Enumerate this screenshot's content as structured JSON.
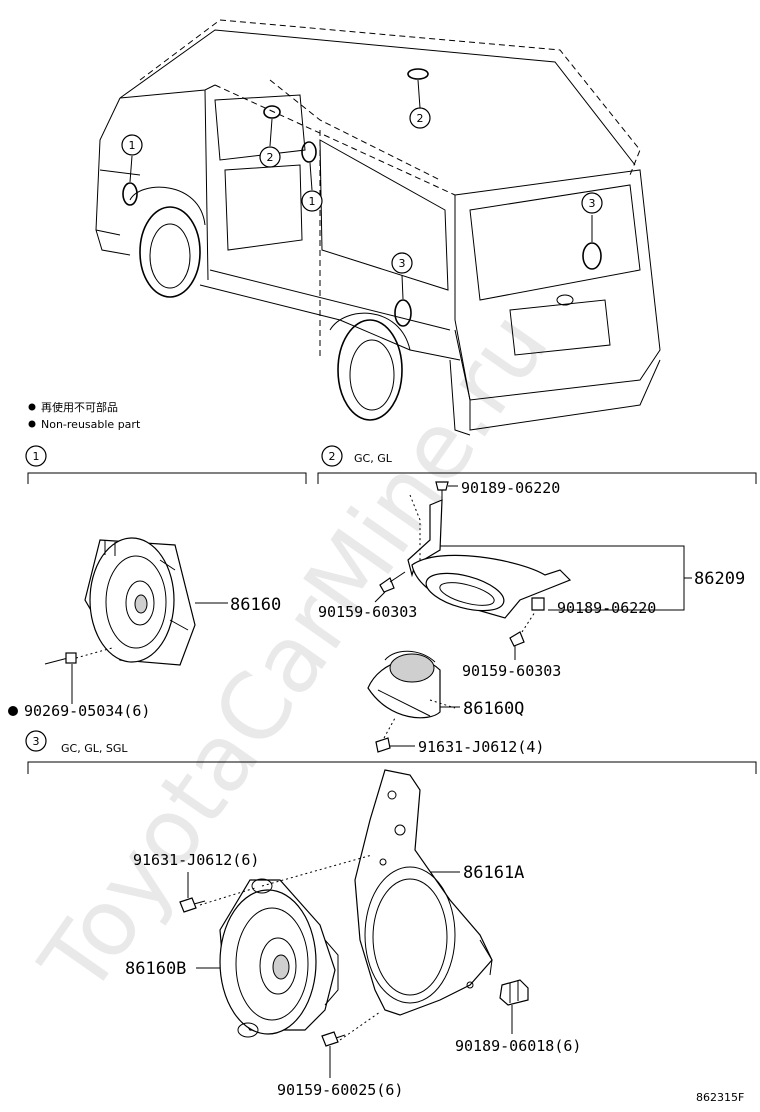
{
  "watermark": "ToyotaCarMine.ru",
  "legend": {
    "line_jp": "再使用不可部品",
    "line_en": "Non-reusable part"
  },
  "callouts": [
    "1",
    "2",
    "3"
  ],
  "sections": [
    {
      "id": "1",
      "label": ""
    },
    {
      "id": "2",
      "label": "GC, GL"
    },
    {
      "id": "3",
      "label": "GC, GL, SGL"
    }
  ],
  "parts": {
    "p90189_06220_top": "90189-06220",
    "p86209": "86209",
    "p90159_60303_left": "90159-60303",
    "p90189_06220_right": "90189-06220",
    "p90159_60303_low": "90159-60303",
    "p86160": "86160",
    "p86160Q": "86160Q",
    "p90269": "90269-05034(6)",
    "p91631_sec2": "91631-J0612(4)",
    "p91631_sec3": "91631-J0612(6)",
    "p86161A": "86161A",
    "p86160B": "86160B",
    "p90189_06018": "90189-06018(6)",
    "p90159_60025": "90159-60025(6)"
  },
  "figure_code": "862315F"
}
